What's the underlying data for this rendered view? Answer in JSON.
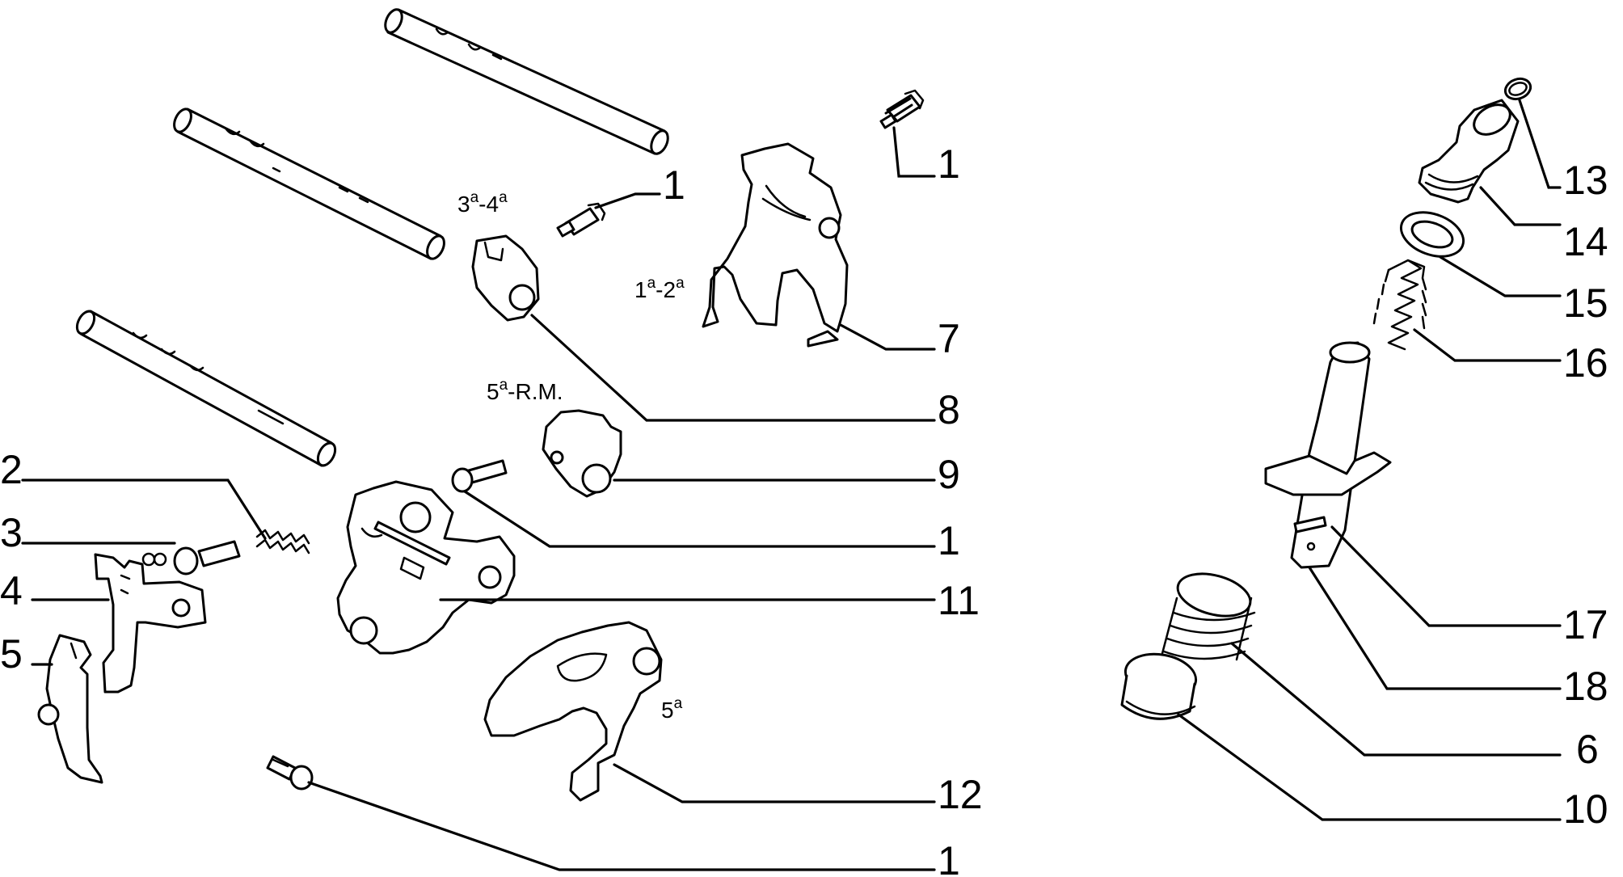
{
  "diagram": {
    "gear_labels": {
      "third_fourth": {
        "base": "3",
        "sup1": "a",
        "sep": "-4",
        "sup2": "a",
        "tail": ""
      },
      "first_second": {
        "base": "1",
        "sup1": "a",
        "sep": "-2",
        "sup2": "a",
        "tail": ""
      },
      "fifth_reverse": {
        "base": "5",
        "sup1": "a",
        "sep": "-R.M.",
        "sup2": "",
        "tail": ""
      },
      "fifth": {
        "base": "5",
        "sup1": "a",
        "sep": "",
        "sup2": "",
        "tail": ""
      }
    },
    "callouts": {
      "c1_top": "1",
      "c1_mid": "1",
      "c7": "7",
      "c8": "8",
      "c9": "9",
      "c1_right": "1",
      "c11": "11",
      "c12": "12",
      "c1_bottom": "1",
      "c2": "2",
      "c3": "3",
      "c4": "4",
      "c5": "5",
      "c13": "13",
      "c14": "14",
      "c15": "15",
      "c16": "16",
      "c17": "17",
      "c18": "18",
      "c6": "6",
      "c10": "10"
    }
  }
}
